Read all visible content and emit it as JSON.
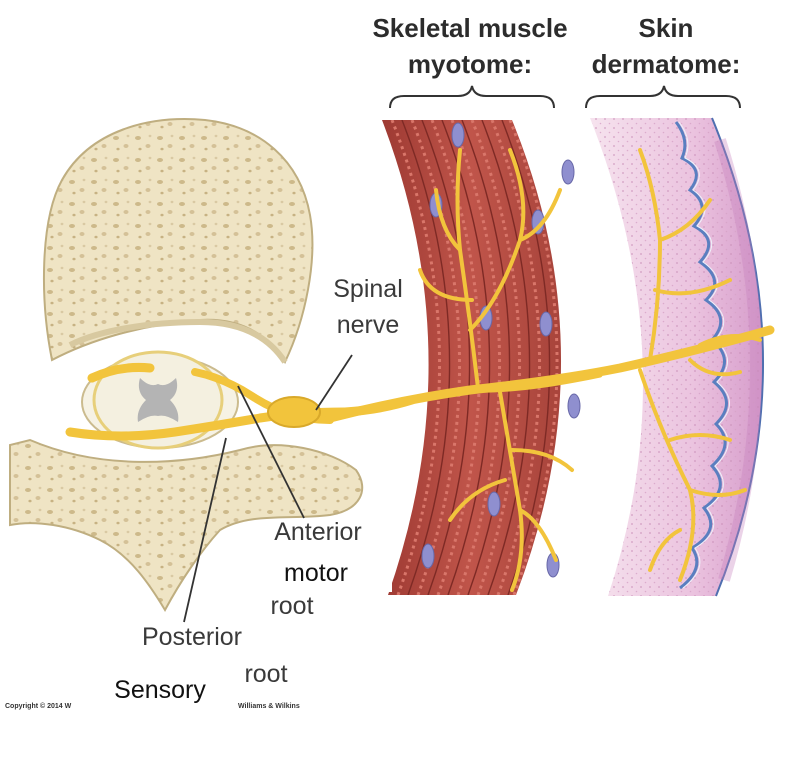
{
  "headers": {
    "muscle_line1": "Skeletal muscle",
    "muscle_line2": "myotome:",
    "skin_line1": "Skin",
    "skin_line2": "dermatome:"
  },
  "labels": {
    "spinal_line1": "Spinal",
    "spinal_line2": "nerve",
    "anterior": "Anterior",
    "motor": "motor",
    "anterior_root": "root",
    "posterior": "Posterior",
    "sensory": "Sensory",
    "posterior_root": "root"
  },
  "credits": {
    "copyright": "Copyright © 2014 W",
    "publisher": "Williams & Wilkins"
  },
  "colors": {
    "bone": "#efe6c9",
    "nerve": "#f2c43c",
    "muscle": "#b54a40",
    "skin": "#dcb0d6"
  }
}
